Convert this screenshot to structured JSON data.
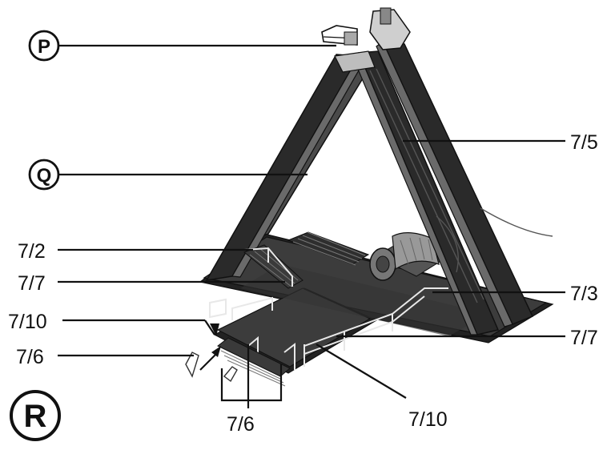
{
  "callouts": {
    "P": "P",
    "Q": "Q",
    "R": "R"
  },
  "labels": {
    "l_7_5": "7/5",
    "l_7_2": "7/2",
    "l_7_7_left": "7/7",
    "l_7_3": "7/3",
    "l_7_10_left": "7/10",
    "l_7_7_right": "7/7",
    "l_7_6_left": "7/6",
    "l_7_6_bottom": "7/6",
    "l_7_10_bottom": "7/10"
  }
}
